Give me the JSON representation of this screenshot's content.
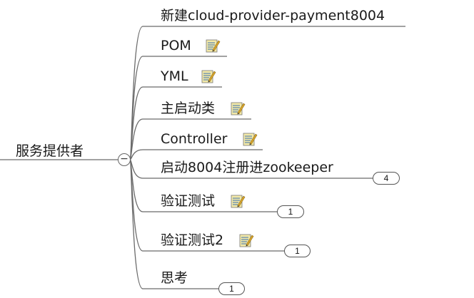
{
  "root": {
    "label": "服务提供者",
    "collapse_symbol": "−"
  },
  "topics": [
    {
      "label": "新建cloud-provider-payment8004",
      "has_note": false,
      "badge": null
    },
    {
      "label": "POM",
      "has_note": true,
      "badge": null
    },
    {
      "label": "YML",
      "has_note": true,
      "badge": null
    },
    {
      "label": "主启动类",
      "has_note": true,
      "badge": null
    },
    {
      "label": "Controller",
      "has_note": true,
      "badge": null
    },
    {
      "label": "启动8004注册进zookeeper",
      "has_note": false,
      "badge": "4"
    },
    {
      "label": "验证测试",
      "has_note": true,
      "badge": "1"
    },
    {
      "label": "验证测试2",
      "has_note": true,
      "badge": "1"
    },
    {
      "label": "思考",
      "has_note": false,
      "badge": "1"
    }
  ],
  "colors": {
    "line": "#6b6b6b",
    "note_paper": "#f3e9a8",
    "note_line": "#3a6fb0",
    "pencil": "#d9a52b"
  },
  "icons": {
    "note": "notes-icon"
  }
}
